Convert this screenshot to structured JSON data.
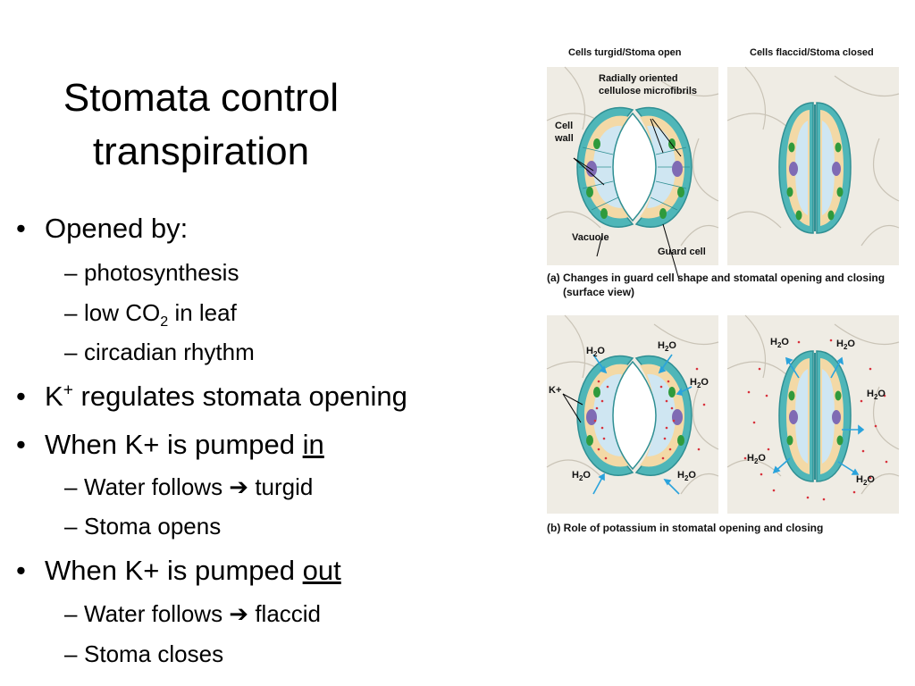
{
  "slide": {
    "title_line1": "Stomata control",
    "title_line2": "transpiration"
  },
  "bullets": {
    "opened_by": "Opened by:",
    "sub1": "photosynthesis",
    "sub2_pre": "low CO",
    "sub2_sub": "2",
    "sub2_post": " in leaf",
    "sub3": "circadian rhythm",
    "k_pre": "K",
    "k_sup": "+",
    "k_post": " regulates stomata opening",
    "in_pre": "When K+ is pumped ",
    "in_word": "in",
    "in_sub1_pre": "Water follows ",
    "in_sub1_post": " turgid",
    "in_sub2": "Stoma opens",
    "out_pre": "When K+ is pumped ",
    "out_word": "out",
    "out_sub1_pre": "Water follows ",
    "out_sub1_post": " flaccid",
    "out_sub2": "Stoma closes",
    "bullet_glyph": "•",
    "dash_glyph": "–",
    "arrow_glyph": "➔"
  },
  "figure": {
    "header_left": "Cells turgid/Stoma open",
    "header_right": "Cells flaccid/Stoma closed",
    "label_microfibrils_1": "Radially oriented",
    "label_microfibrils_2": "cellulose microfibrils",
    "label_cell_wall_1": "Cell",
    "label_cell_wall_2": "wall",
    "label_vacuole": "Vacuole",
    "label_guard_cell": "Guard cell",
    "caption_a_1": "(a) Changes in guard cell shape and stomatal opening and closing",
    "caption_a_2": "(surface view)",
    "caption_b": "(b) Role of potassium in stomatal opening and closing",
    "label_k": "K+",
    "label_h2o_base": "H",
    "label_h2o_sub": "2",
    "label_h2o_end": "O"
  },
  "colors": {
    "background": "#ffffff",
    "cell_bg": "#efece4",
    "guard_cell_wall": "#4fb6b8",
    "cytoplasm": "#f3d9a6",
    "vacuole": "#cfe6f2",
    "chloroplast": "#2f9a3c",
    "nucleus": "#7f6bb4",
    "arrow": "#2aa3dc",
    "k_ions": "#d8323c"
  }
}
